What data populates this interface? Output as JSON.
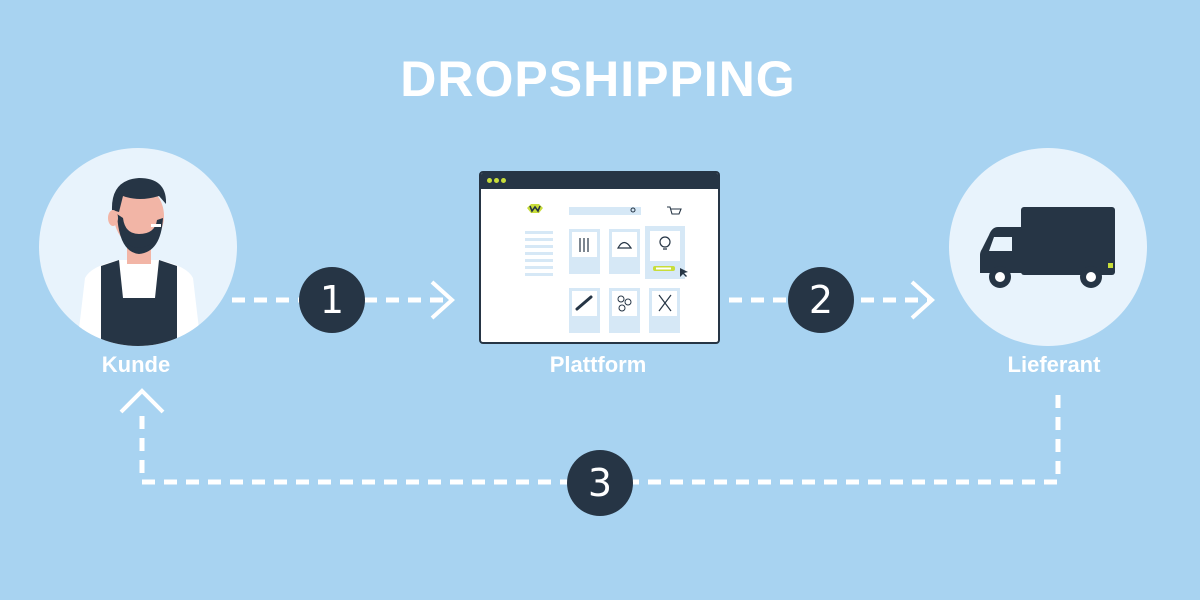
{
  "title": "DROPSHIPPING",
  "nodes": {
    "customer": "Kunde",
    "platform": "Plattform",
    "supplier": "Lieferant"
  },
  "steps": [
    "1",
    "2",
    "3"
  ],
  "colors": {
    "background": "#a8d3f1",
    "dark": "#263545",
    "accent": "#c8dd3a",
    "circle": "#e8f3fc",
    "light_blue": "#d6e8f6"
  },
  "icons": {
    "customer": "bearded-worker-icon",
    "platform": "online-shop-browser-icon",
    "supplier": "delivery-truck-icon"
  }
}
